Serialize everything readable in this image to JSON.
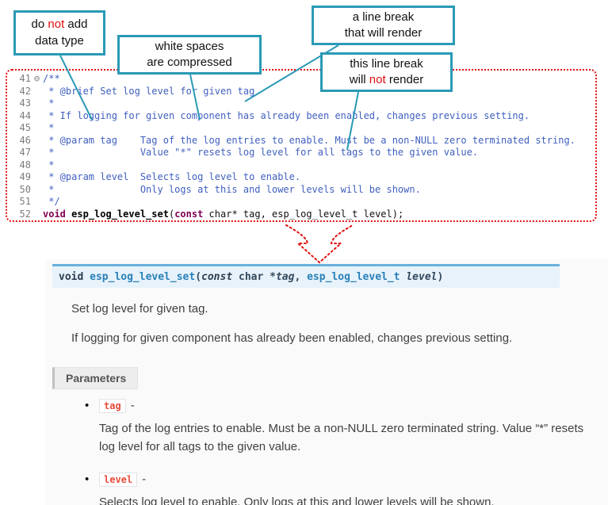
{
  "colors": {
    "teal": "#2a9ab5",
    "red": "#e01010",
    "comment": "#3f5fbf",
    "keyword": "#7f0055",
    "link": "#2980b9",
    "chip_red": "#e74c3c",
    "sig_bg": "#e7f2fa",
    "sig_border": "#6ab0de"
  },
  "callouts": {
    "box1": {
      "l1a": "do ",
      "l1b": "not",
      "l1c": " add",
      "l2": "data type"
    },
    "box2": {
      "l1": "white spaces",
      "l2": "are compressed"
    },
    "box3": {
      "l1": "a line break",
      "l2": "that will render"
    },
    "box4": {
      "l1": "this line break",
      "l2a": "will ",
      "l2b": "not",
      "l2c": " render"
    }
  },
  "code": {
    "fold_icon": "⊖",
    "lines": [
      {
        "num": "41",
        "text": "/**"
      },
      {
        "num": "42",
        "text": " * @brief Set log level for given tag"
      },
      {
        "num": "43",
        "text": " *"
      },
      {
        "num": "44",
        "text": " * If logging for given component has already been enabled, changes previous setting."
      },
      {
        "num": "45",
        "text": " *"
      },
      {
        "num": "46",
        "text": " * @param tag    Tag of the log entries to enable. Must be a non-NULL zero terminated string."
      },
      {
        "num": "47",
        "text": " *               Value \"*\" resets log level for all tags to the given value."
      },
      {
        "num": "48",
        "text": " *"
      },
      {
        "num": "49",
        "text": " * @param level  Selects log level to enable."
      },
      {
        "num": "50",
        "text": " *               Only logs at this and lower levels will be shown."
      },
      {
        "num": "51",
        "text": " */"
      }
    ],
    "line52": {
      "num": "52",
      "kw1": "void",
      "sp": " ",
      "name": "esp_log_level_set",
      "open": "(",
      "kw2": "const",
      "rest": " char* tag, esp_log_level_t level);"
    }
  },
  "doc": {
    "signature": {
      "ret": "void ",
      "name": "esp_log_level_set",
      "open": "(",
      "const_kw": "const",
      "mid": " char *",
      "param1": "tag",
      "sep": ", ",
      "type2": "esp_log_level_t",
      "sp": " ",
      "param2": "level",
      "close": ")"
    },
    "p1": "Set log level for given tag.",
    "p2": "If logging for given component has already been enabled, changes previous setting.",
    "params_label": "Parameters",
    "bullet": "•",
    "items": [
      {
        "name": "tag",
        "dash": "-",
        "desc": "Tag of the log entries to enable. Must be a non-NULL zero terminated string. Value “*” resets log level for all tags to the given value."
      },
      {
        "name": "level",
        "dash": "-",
        "desc": "Selects log level to enable. Only logs at this and lower levels will be shown."
      }
    ]
  }
}
